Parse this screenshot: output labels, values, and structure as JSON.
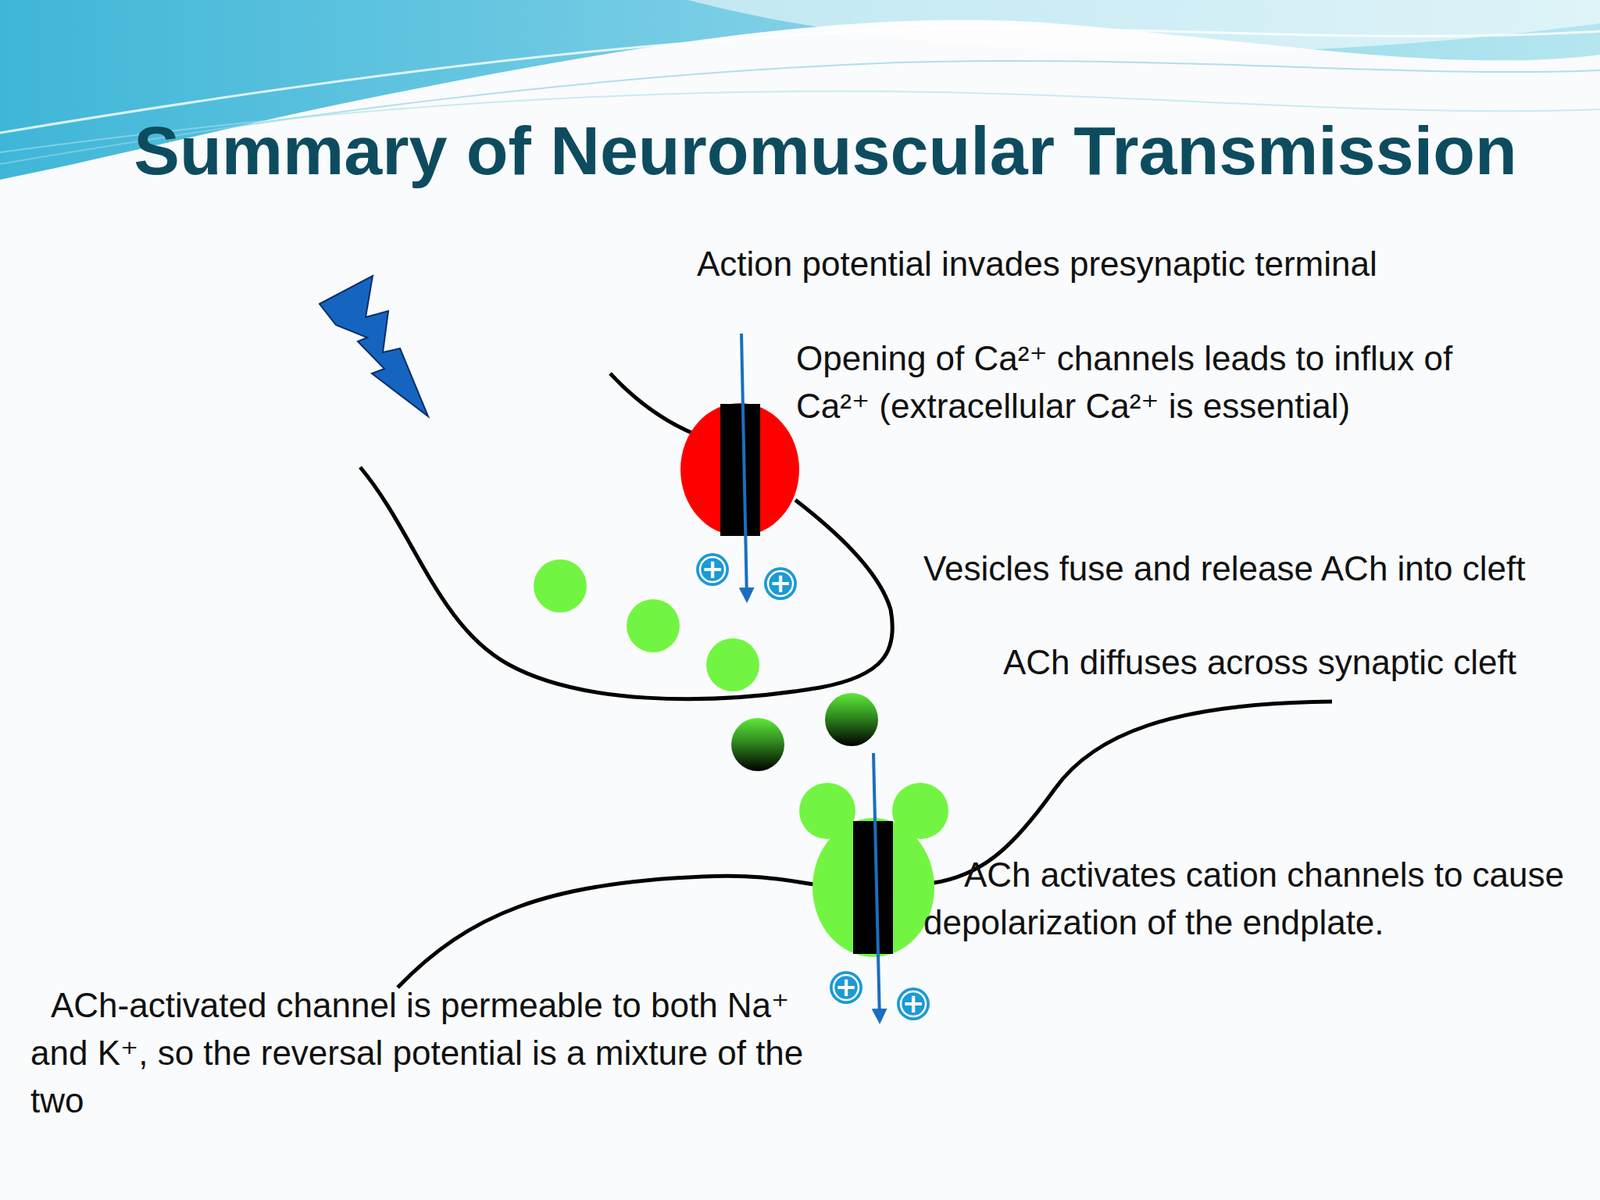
{
  "diagram": {
    "title": "Summary of Neuromuscular Transmission",
    "nodes": [
      {
        "text": [
          "+"
        ]
      },
      {
        "text": [
          "+"
        ]
      },
      {
        "text": [
          "+"
        ]
      },
      {
        "text": [
          "+"
        ]
      }
    ],
    "labels": [
      "Action potential invades presynaptic terminal",
      "Opening of Ca²⁺ channels leads to influx of Ca²⁺ (extracellular Ca²⁺ is essential)",
      "Vesicles fuse and release ACh into cleft",
      "ACh diffuses across synaptic cleft",
      "ACh activates cation channels to cause depolarization of the endplate.",
      "ACh-activated channel is permeable to both Na⁺ and K⁺, so the reversal potential is a mixture of the two"
    ]
  }
}
